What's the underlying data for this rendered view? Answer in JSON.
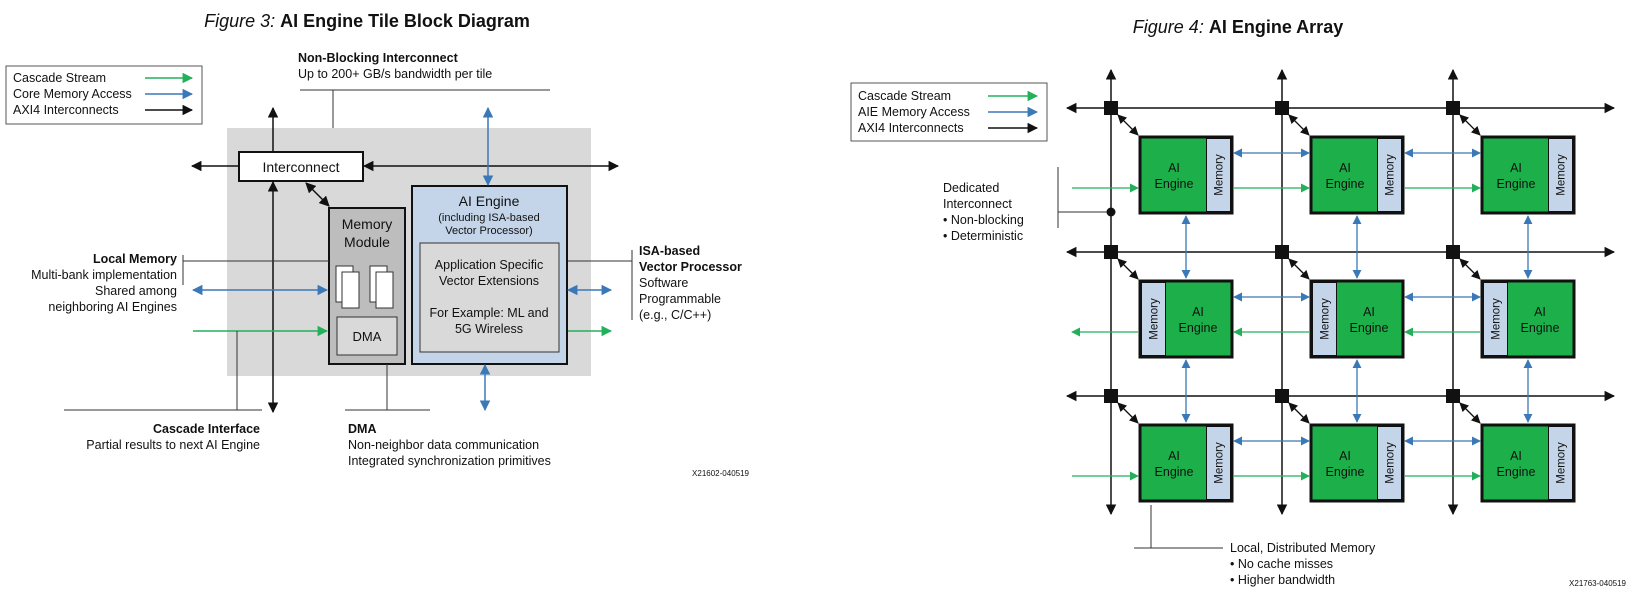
{
  "fig3": {
    "caption_prefix": "Figure 3:",
    "caption_title": "AI Engine Tile Block Diagram",
    "legend": [
      "Cascade Stream",
      "Core Memory Access",
      "AXI4 Interconnects"
    ],
    "nonblocking_title": "Non-Blocking Interconnect",
    "nonblocking_sub": "Up to 200+ GB/s bandwidth per tile",
    "interconnect": "Interconnect",
    "memory_module": [
      "Memory",
      "Module"
    ],
    "dma_box": "DMA",
    "ai_engine_title": "AI Engine",
    "ai_engine_sub": [
      "(including ISA-based",
      "Vector Processor)"
    ],
    "app_ext": [
      "Application Specific",
      "Vector Extensions"
    ],
    "example": [
      "For Example: ML and",
      "5G Wireless"
    ],
    "local_memory_title": "Local Memory",
    "local_memory_lines": [
      "Multi-bank implementation",
      "Shared among",
      "neighboring AI Engines"
    ],
    "isa_title": [
      "ISA-based",
      "Vector Processor"
    ],
    "isa_lines": [
      "Software",
      "Programmable",
      "(e.g., C/C++)"
    ],
    "cascade_title": "Cascade Interface",
    "cascade_sub": "Partial results to next AI Engine",
    "dma_title": "DMA",
    "dma_lines": [
      "Non-neighbor data communication",
      "Integrated synchronization primitives"
    ],
    "code": "X21602-040519"
  },
  "fig4": {
    "caption_prefix": "Figure 4:",
    "caption_title": "AI Engine Array",
    "legend": [
      "Cascade Stream",
      "AIE Memory Access",
      "AXI4 Interconnects"
    ],
    "dedicated": [
      "Dedicated",
      "Interconnect",
      "• Non-blocking",
      "• Deterministic"
    ],
    "tile_engine": [
      "AI",
      "Engine"
    ],
    "tile_memory": "Memory",
    "local_dist_title": "Local, Distributed Memory",
    "local_dist_lines": [
      "• No cache misses",
      "• Higher bandwidth"
    ],
    "code": "X21763-040519"
  },
  "colors": {
    "cascade": "#22b05a",
    "memory_access": "#3a78b8",
    "engine_green": "#1db04a",
    "memory_blue": "#c4d5ea",
    "tile_gray": "#d9d9d9",
    "module_gray": "#bdbdbd"
  }
}
